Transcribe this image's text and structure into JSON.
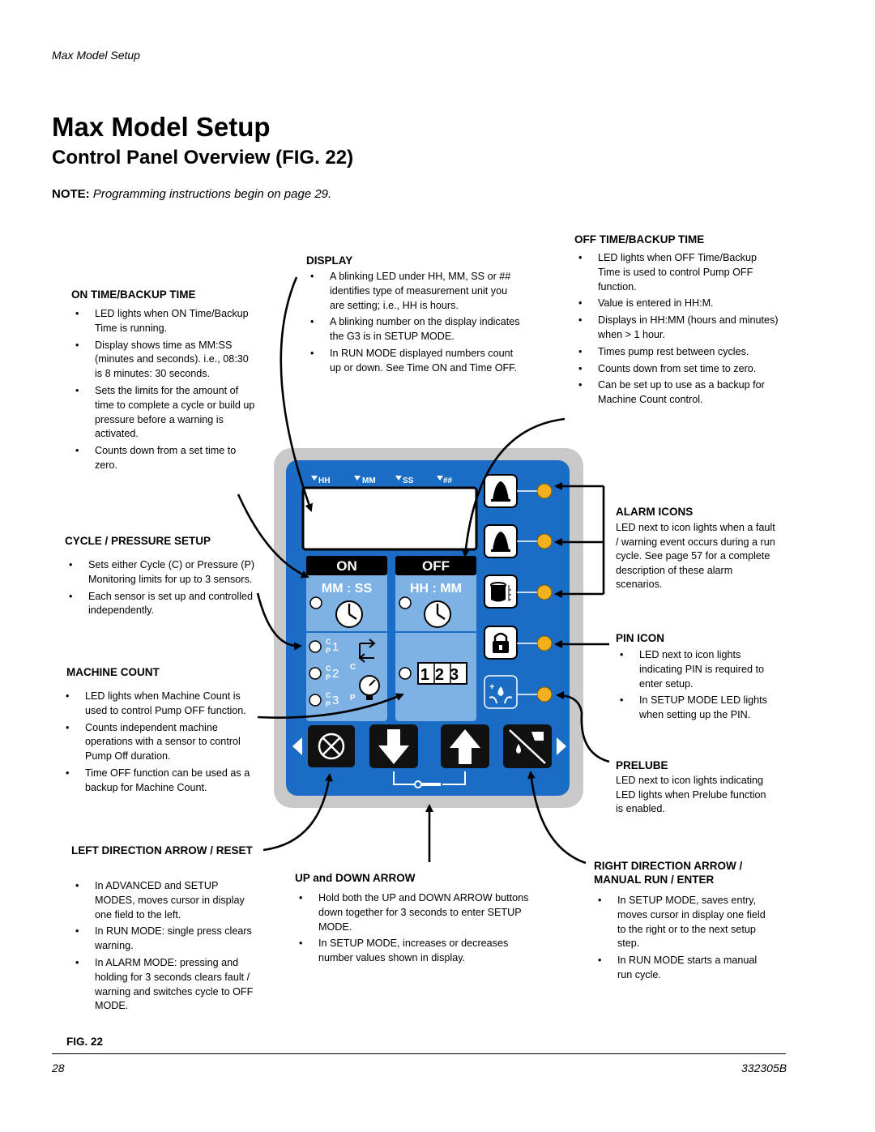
{
  "header": {
    "running_title": "Max Model Setup"
  },
  "title": "Max Model Setup",
  "subtitle": "Control Panel Overview (FIG. 22)",
  "note": {
    "label": "NOTE:",
    "text": "Programming instructions begin on page 29."
  },
  "sections": {
    "on_time": {
      "title": "ON TIME/BACKUP TIME",
      "items": [
        "LED lights when ON Time/Backup Time is running.",
        "Display shows time as MM:SS (minutes and seconds). i.e., 08:30 is 8 minutes: 30 seconds.",
        "Sets the limits for the amount of time to complete a cycle or build up pressure before a warning is activated.",
        "Counts down from a set time to zero."
      ]
    },
    "cycle_pressure": {
      "title": "CYCLE / PRESSURE SETUP",
      "items": [
        "Sets either Cycle (C) or Pressure (P) Monitoring limits for up to 3 sensors.",
        "Each sensor is set up and controlled independently."
      ]
    },
    "machine_count": {
      "title": "MACHINE COUNT",
      "items": [
        "LED lights when Machine Count is used to control Pump OFF function.",
        "Counts independent machine operations with a sensor to control Pump Off duration.",
        "Time OFF function can be used as a backup for Machine Count."
      ]
    },
    "left_arrow": {
      "title": "LEFT DIRECTION ARROW / RESET",
      "items": [
        "In ADVANCED and SETUP MODES, moves cursor in display one field to the left.",
        "In RUN MODE: single press clears warning.",
        "In ALARM MODE: pressing and holding for 3 seconds clears fault / warning and switches cycle to OFF MODE."
      ]
    },
    "display": {
      "title": "DISPLAY",
      "items": [
        "A blinking LED under HH, MM, SS or ## identifies type of measurement unit you are setting; i.e., HH is hours.",
        "A blinking number on the display indicates the G3 is in SETUP MODE.",
        "In RUN MODE displayed numbers count up or down. See Time ON and Time OFF."
      ]
    },
    "up_down": {
      "title": "UP and DOWN ARROW",
      "items": [
        "Hold both the UP and DOWN ARROW buttons down together for 3 seconds to enter SETUP MODE.",
        "In SETUP MODE, increases or decreases number values shown in display."
      ]
    },
    "off_time": {
      "title": "OFF TIME/BACKUP TIME",
      "items": [
        "LED lights when OFF Time/Backup Time is used to control Pump OFF function.",
        "Value is entered in HH:M.",
        "Displays in HH:MM (hours and minutes) when > 1 hour.",
        "Times pump rest between cycles.",
        "Counts down from set time to zero.",
        "Can be set up to use as a backup for Machine Count control."
      ]
    },
    "alarm_icons": {
      "title": "ALARM ICONS",
      "text": "LED next to icon lights when a fault / warning event occurs during a run cycle. See page 57 for a complete description of these alarm scenarios."
    },
    "pin_icon": {
      "title": "PIN ICON",
      "items": [
        "LED next to icon lights indicating PIN is required to enter setup.",
        "In SETUP MODE LED lights when setting up the PIN."
      ]
    },
    "prelube": {
      "title": "PRELUBE",
      "text": "LED next to icon lights indicating LED lights when Prelube function is enabled."
    },
    "right_arrow": {
      "title": "RIGHT DIRECTION ARROW / MANUAL RUN / ENTER",
      "items": [
        "In SETUP MODE, saves entry, moves cursor in display one field to the right or to the next setup step.",
        "In RUN MODE starts a manual run cycle."
      ]
    }
  },
  "panel": {
    "display_units": [
      "HH",
      "MM",
      "SS",
      "##"
    ],
    "on_label": "ON",
    "off_label": "OFF",
    "on_format": "MM : SS",
    "off_format": "HH : MM",
    "cp_letters": {
      "c": "C",
      "p": "P"
    },
    "sensor_numbers": [
      "1",
      "2",
      "3"
    ],
    "counter_digits": "123",
    "colors": {
      "panel_blue": "#1a6cc4",
      "frame_gray": "#c9c9c9",
      "led_amber": "#f2b01e",
      "button_black": "#111111"
    }
  },
  "figure_label": "FIG. 22",
  "footer": {
    "page_number": "28",
    "doc_number": "332305B"
  }
}
